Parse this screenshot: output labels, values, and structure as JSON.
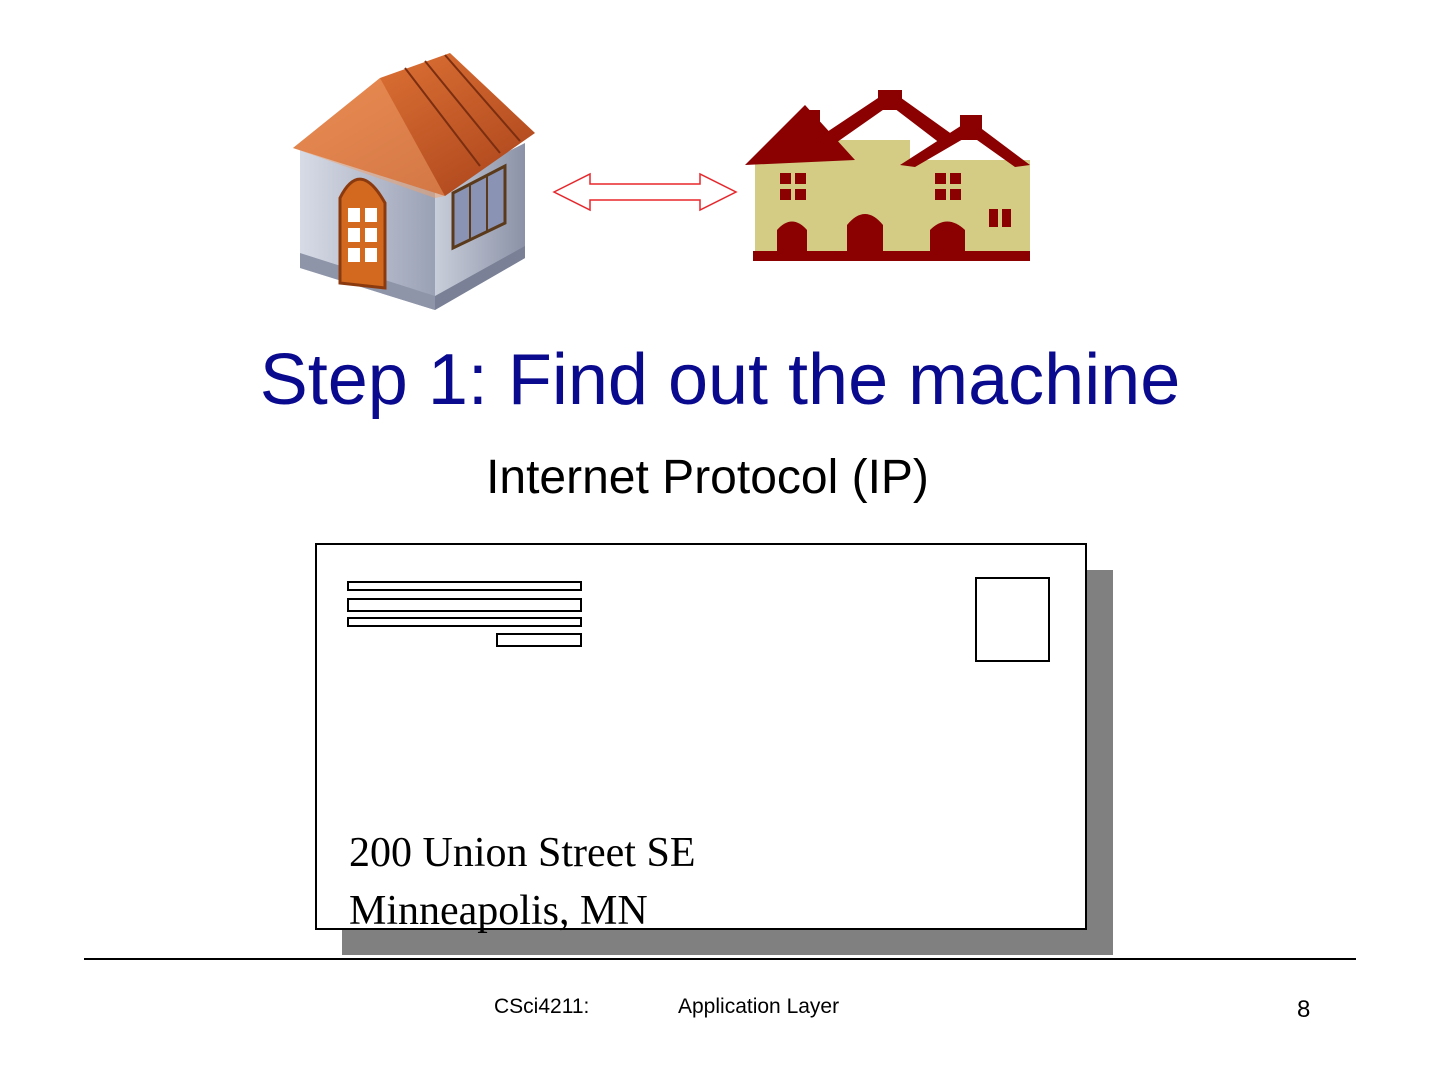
{
  "slide": {
    "title": "Step 1: Find out the machine",
    "subtitle": "Internet Protocol (IP)"
  },
  "envelope": {
    "address_line1": "200 Union Street SE",
    "address_line2": "Minneapolis, MN"
  },
  "footer": {
    "course": "CSci4211:",
    "topic": "Application Layer",
    "page_number": "8"
  },
  "icons": {
    "single_house": "house-icon",
    "arrow": "double-arrow-icon",
    "house_group": "neighborhood-icon"
  },
  "colors": {
    "title": "#0a0a8f",
    "arrow": "#e8262b",
    "house_group_roof": "#8b0000",
    "house_group_wall": "#d4cb85",
    "shadow": "#808080"
  }
}
